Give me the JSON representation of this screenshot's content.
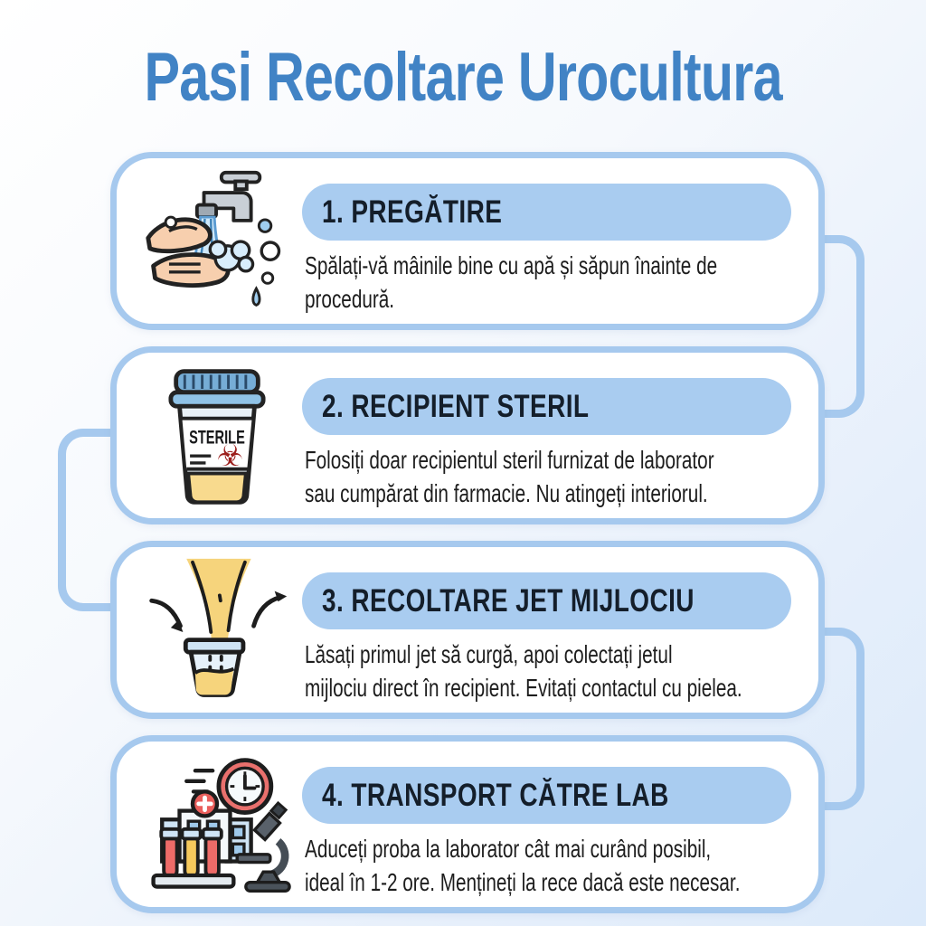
{
  "title": "Pasi Recoltare Urocultura",
  "colors": {
    "title_text": "#4183c5",
    "card_background": "#ffffff",
    "card_border": "#a6c9ee",
    "connector": "#a6c9ee",
    "heading_pill_bg": "#a9ccf0",
    "heading_text": "#141e2a",
    "body_text": "#1d1d1d",
    "background_gradient_start": "#ffffff",
    "background_gradient_end": "#dceafa",
    "urine_yellow": "#f6d47c",
    "biohazard_red": "#9c1f1c"
  },
  "steps": [
    {
      "icon": "hand-washing-icon",
      "heading": "1. PREGĂTIRE",
      "description": "Spălați-vă mâinile bine cu apă și săpun înainte de\nprocedură."
    },
    {
      "icon": "sterile-container-icon",
      "heading": "2. RECIPIENT STERIL",
      "description": "Folosiți doar recipientul steril furnizat de laborator\nsau cumpărat din farmacie. Nu atingeți interiorul.",
      "container_label": "STERILE"
    },
    {
      "icon": "midstream-collection-icon",
      "heading": "3. RECOLTARE JET MIJLOCIU",
      "description": "Lăsați primul jet să curgă, apoi colectați jetul\nmijlociu direct în recipient. Evitați contactul cu pielea."
    },
    {
      "icon": "lab-transport-icon",
      "heading": "4. TRANSPORT CĂTRE LAB",
      "description": "Aduceți proba la laborator cât mai curând posibil,\nideal în 1-2 ore. Mențineți la rece dacă este necesar."
    }
  ]
}
